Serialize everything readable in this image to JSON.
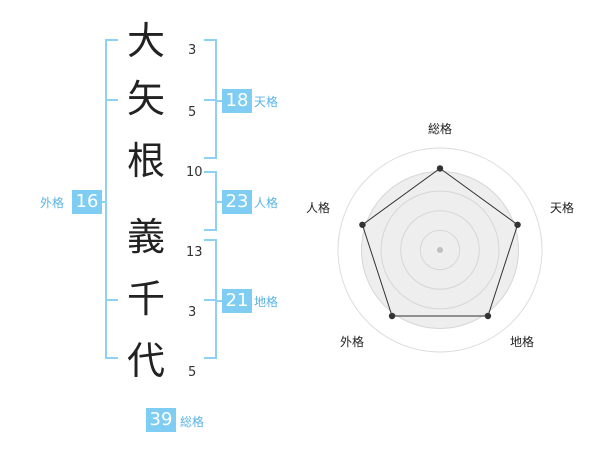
{
  "name": {
    "characters": [
      {
        "char": "大",
        "strokes": "3"
      },
      {
        "char": "矢",
        "strokes": "5"
      },
      {
        "char": "根",
        "strokes": "10"
      },
      {
        "char": "義",
        "strokes": "13"
      },
      {
        "char": "千",
        "strokes": "3"
      },
      {
        "char": "代",
        "strokes": "5"
      }
    ]
  },
  "fortunes": {
    "tenkaku": {
      "value": "18",
      "label": "天格"
    },
    "jinkaku": {
      "value": "23",
      "label": "人格"
    },
    "chikaku": {
      "value": "21",
      "label": "地格"
    },
    "gaikaku": {
      "value": "16",
      "label": "外格"
    },
    "soukaku": {
      "value": "39",
      "label": "総格"
    }
  },
  "colors": {
    "accent": "#7fcdf3",
    "label": "#5ab4e5",
    "bracket": "#8fd0f5"
  },
  "chart_data": {
    "type": "radar",
    "axes": [
      "総格",
      "天格",
      "地格",
      "外格",
      "人格"
    ],
    "values": [
      4,
      4,
      4,
      4,
      4
    ],
    "max": 5
  }
}
